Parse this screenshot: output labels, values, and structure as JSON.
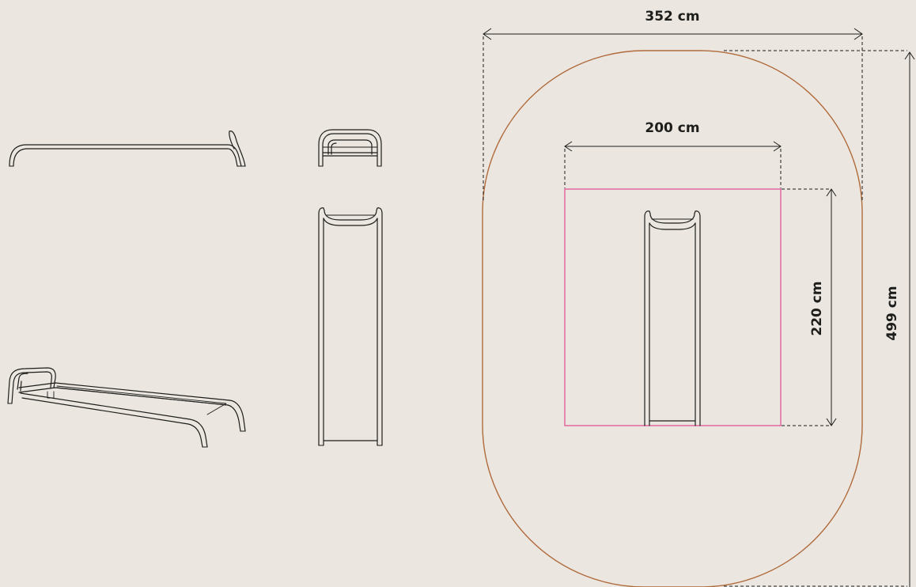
{
  "dimensions": {
    "overall_width": "352 cm",
    "equipment_width": "200 cm",
    "equipment_length": "220 cm",
    "overall_length": "499 cm"
  },
  "colors": {
    "background": "#ebe7e0",
    "ink": "#1d1d1b",
    "safety_zone": "#b06a3b",
    "equipment_footprint": "#e0559a"
  }
}
